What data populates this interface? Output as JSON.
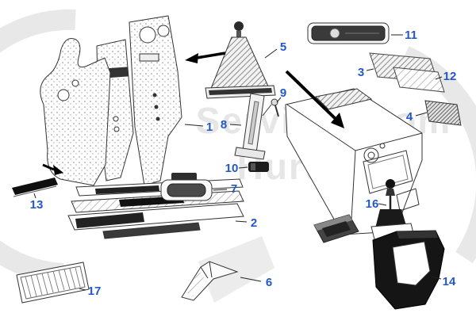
{
  "diagram": {
    "watermark": {
      "line1": "Service...com",
      "line2": "Hurtienne"
    },
    "label_color": "#2458c7",
    "watermark_color": "#d2d2d2",
    "callouts": {
      "p1": "1",
      "p2": "2",
      "p3": "3",
      "p4": "4",
      "p5": "5",
      "p6": "6",
      "p7": "7",
      "p8": "8",
      "p9": "9",
      "p10": "10",
      "p11": "11",
      "p12": "12",
      "p13": "13",
      "p14": "14",
      "p16": "16",
      "p17": "17"
    }
  }
}
